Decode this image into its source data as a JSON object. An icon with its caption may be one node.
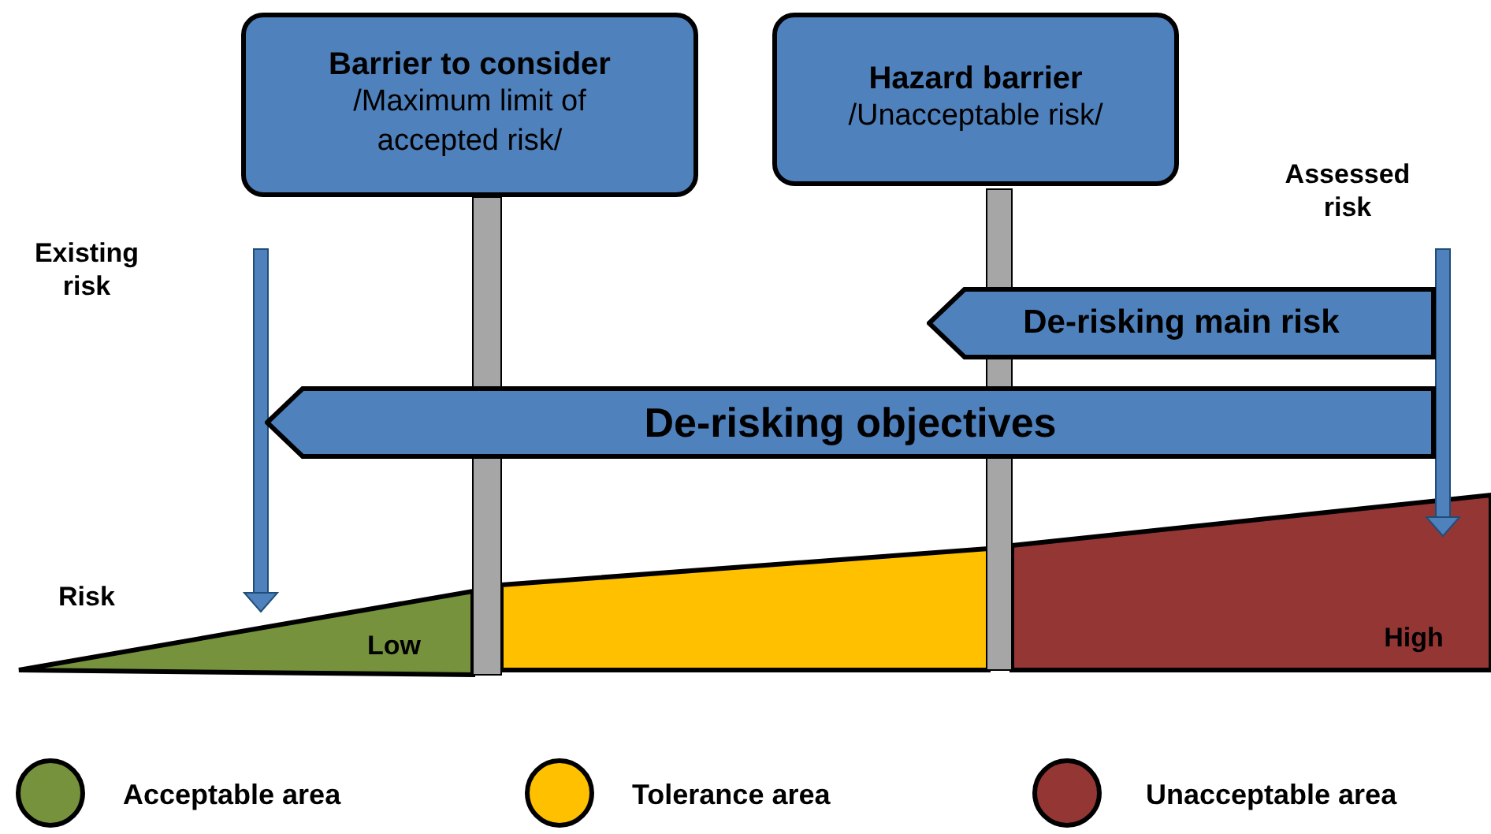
{
  "diagram": {
    "nodes": [
      {
        "text": [
          "Barrier to consider",
          "/Maximum limit of accepted risk/"
        ]
      },
      {
        "text": [
          "Hazard barrier",
          "/Unacceptable risk/"
        ]
      },
      {
        "text": [
          "De-risking main risk"
        ]
      },
      {
        "text": [
          "De-risking objectives"
        ]
      }
    ],
    "labels": [
      "Assessed risk",
      "Existing risk",
      "Risk",
      "Low",
      "High"
    ],
    "legend": [
      {
        "text": "Acceptable area",
        "color": "#76923c"
      },
      {
        "text": "Tolerance area",
        "color": "#ffc000"
      },
      {
        "text": "Unacceptable area",
        "color": "#943634"
      }
    ]
  }
}
